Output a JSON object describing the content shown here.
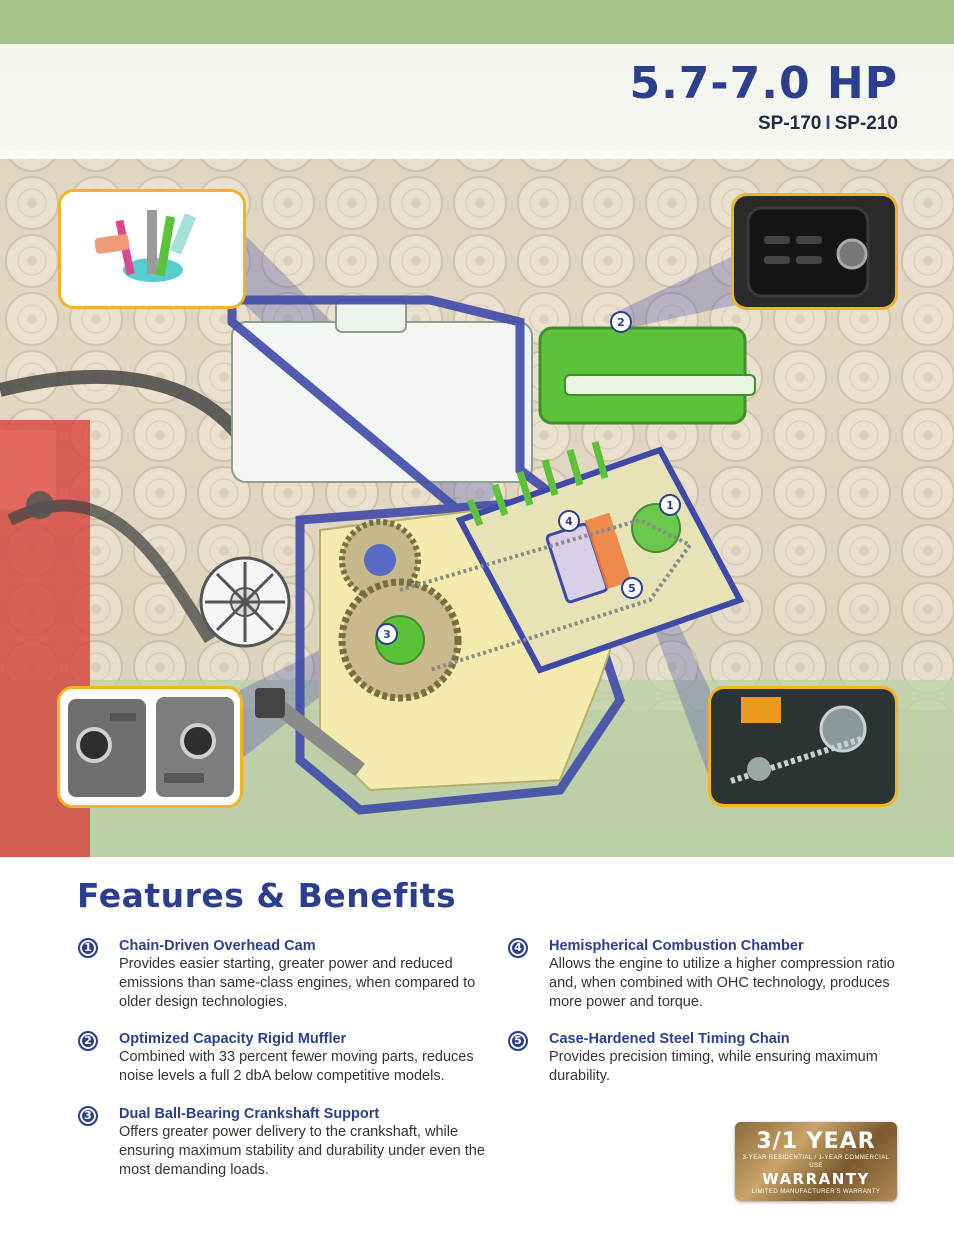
{
  "header": {
    "title": "5.7-7.0 HP",
    "model_a": "SP-170",
    "separator": "I",
    "model_b": "SP-210"
  },
  "diagram": {
    "callouts": [
      {
        "number": "1",
        "feature": "chain-driven-overhead-cam"
      },
      {
        "number": "2",
        "feature": "rigid-muffler"
      },
      {
        "number": "3",
        "feature": "crankshaft-support"
      },
      {
        "number": "4",
        "feature": "combustion-chamber"
      },
      {
        "number": "5",
        "feature": "timing-chain"
      }
    ],
    "colors": {
      "frame_blue": "#3f4aa8",
      "muffler_green": "#5cc23a",
      "crank_yellow": "#f3ecae",
      "callout_border": "#f0b521",
      "heading_blue": "#2c3f8f"
    }
  },
  "features_title": "Features & Benefits",
  "features": [
    {
      "number": "1",
      "title": "Chain-Driven Overhead Cam",
      "lines": [
        "Provides easier starting, greater power and reduced",
        "emissions than same-class engines, when compared to",
        "older design technologies."
      ]
    },
    {
      "number": "2",
      "title": "Optimized Capacity Rigid Muffler",
      "lines": [
        "Combined with 33 percent fewer moving parts, reduces",
        "noise levels a full 2 dbA below competitive models."
      ]
    },
    {
      "number": "3",
      "title": "Dual Ball-Bearing Crankshaft Support",
      "lines": [
        "Offers greater power delivery to the crankshaft, while",
        "ensuring maximum stability and durability under even the",
        "most demanding loads."
      ]
    },
    {
      "number": "4",
      "title": "Hemispherical Combustion Chamber",
      "lines": [
        "Allows the engine to utilize a higher compression ratio",
        "and, when combined with OHC technology, produces",
        "more power and torque."
      ]
    },
    {
      "number": "5",
      "title": "Case-Hardened Steel Timing Chain",
      "lines": [
        "Provides precision timing, while ensuring maximum",
        "durability."
      ]
    }
  ],
  "warranty": {
    "headline": "3/1 YEAR",
    "subline": "3-YEAR RESIDENTIAL / 1-YEAR COMMERCIAL USE",
    "label": "WARRANTY",
    "footer": "LIMITED MANUFACTURER'S WARRANTY"
  }
}
